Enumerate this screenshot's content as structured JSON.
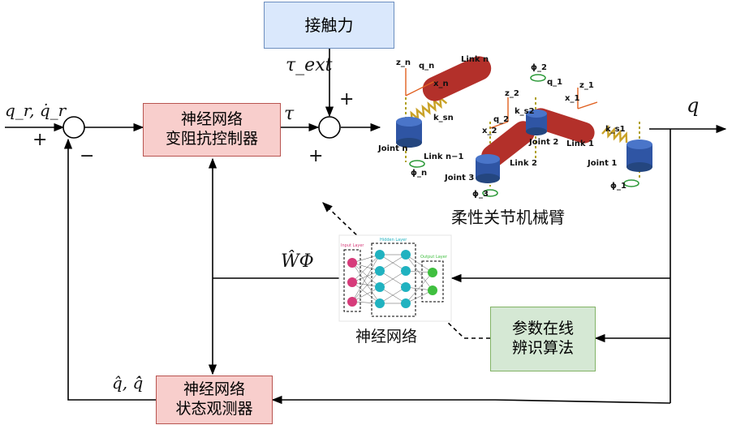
{
  "boxes": {
    "contact_force": "接触力",
    "controller_line1": "神经网络",
    "controller_line2": "变阻抗控制器",
    "observer_line1": "神经网络",
    "observer_line2": "状态观测器",
    "identification_line1": "参数在线",
    "identification_line2": "辨识算法"
  },
  "captions": {
    "robot": "柔性关节机械臂",
    "neural_net": "神经网络"
  },
  "signals": {
    "reference": "q_r, q̇_r",
    "tau_ext": "τ_ext",
    "tau": "τ",
    "output": "q",
    "w_phi": "ŴΦ",
    "estimate": "q̂, q̂̇"
  },
  "signs": {
    "sum1_plus": "+",
    "sum1_minus": "−",
    "sum2_top_plus": "+",
    "sum2_bottom_plus": "+"
  },
  "robot_labels": {
    "link_n": "Link n",
    "link_n_1": "Link n−1",
    "link_2": "Link 2",
    "link_1": "Link 1",
    "joint_n": "Joint n",
    "joint_3": "Joint 3",
    "joint_2": "Joint 2",
    "joint_1": "Joint 1",
    "k_sn": "k_sn",
    "k_s2": "k_s2",
    "k_s1": "k_s1",
    "phi_n": "ϕ_n",
    "phi_3": "ϕ_3",
    "phi_2": "ϕ_2",
    "phi_1": "ϕ_1",
    "q_n": "q_n",
    "q_2": "q_2",
    "q_1": "q_1",
    "z_n": "z_n",
    "x_n": "x_n",
    "z_2": "z_2",
    "x_2": "x_2",
    "z_1": "z_1",
    "x_1": "x_1"
  },
  "nn_labels": {
    "input_layer": "Input Layer",
    "hidden_layer": "Hidden Layer",
    "output_layer": "Output Layer"
  },
  "colors": {
    "controller_fill": "#f8cecc",
    "contact_fill": "#dae8fc",
    "identification_fill": "#d5e8d4",
    "link_red": "#b3302a",
    "joint_blue": "#2f55a4",
    "spring": "#c9a227",
    "node_pink": "#d63b7a",
    "node_cyan": "#20b2c0",
    "node_green": "#3fbf3f"
  }
}
